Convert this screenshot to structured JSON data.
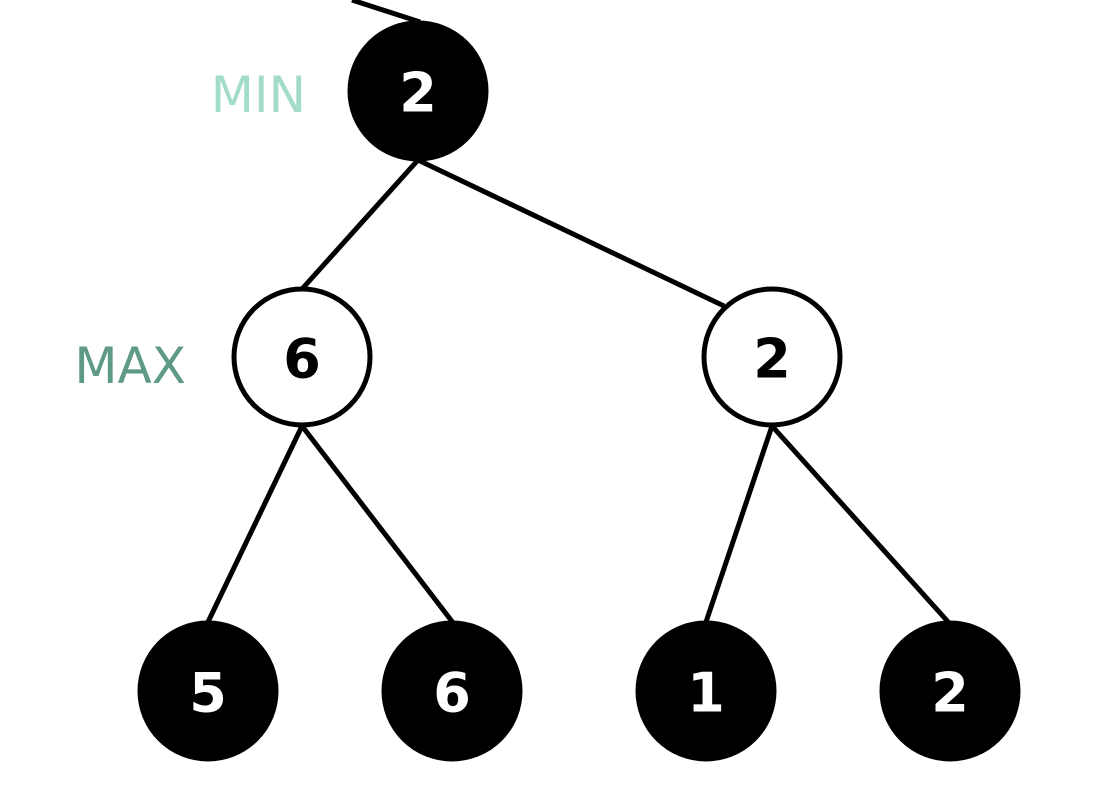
{
  "level_labels": {
    "min": {
      "text": "MIN",
      "color": "#a3dccb"
    },
    "max": {
      "text": "MAX",
      "color": "#5e9a86"
    }
  },
  "nodes": {
    "root": {
      "value": "2",
      "fill": "filled"
    },
    "max_left": {
      "value": "6",
      "fill": "hollow"
    },
    "max_right": {
      "value": "2",
      "fill": "hollow"
    },
    "leaf_1": {
      "value": "5",
      "fill": "filled"
    },
    "leaf_2": {
      "value": "6",
      "fill": "filled"
    },
    "leaf_3": {
      "value": "1",
      "fill": "filled"
    },
    "leaf_4": {
      "value": "2",
      "fill": "filled"
    }
  }
}
